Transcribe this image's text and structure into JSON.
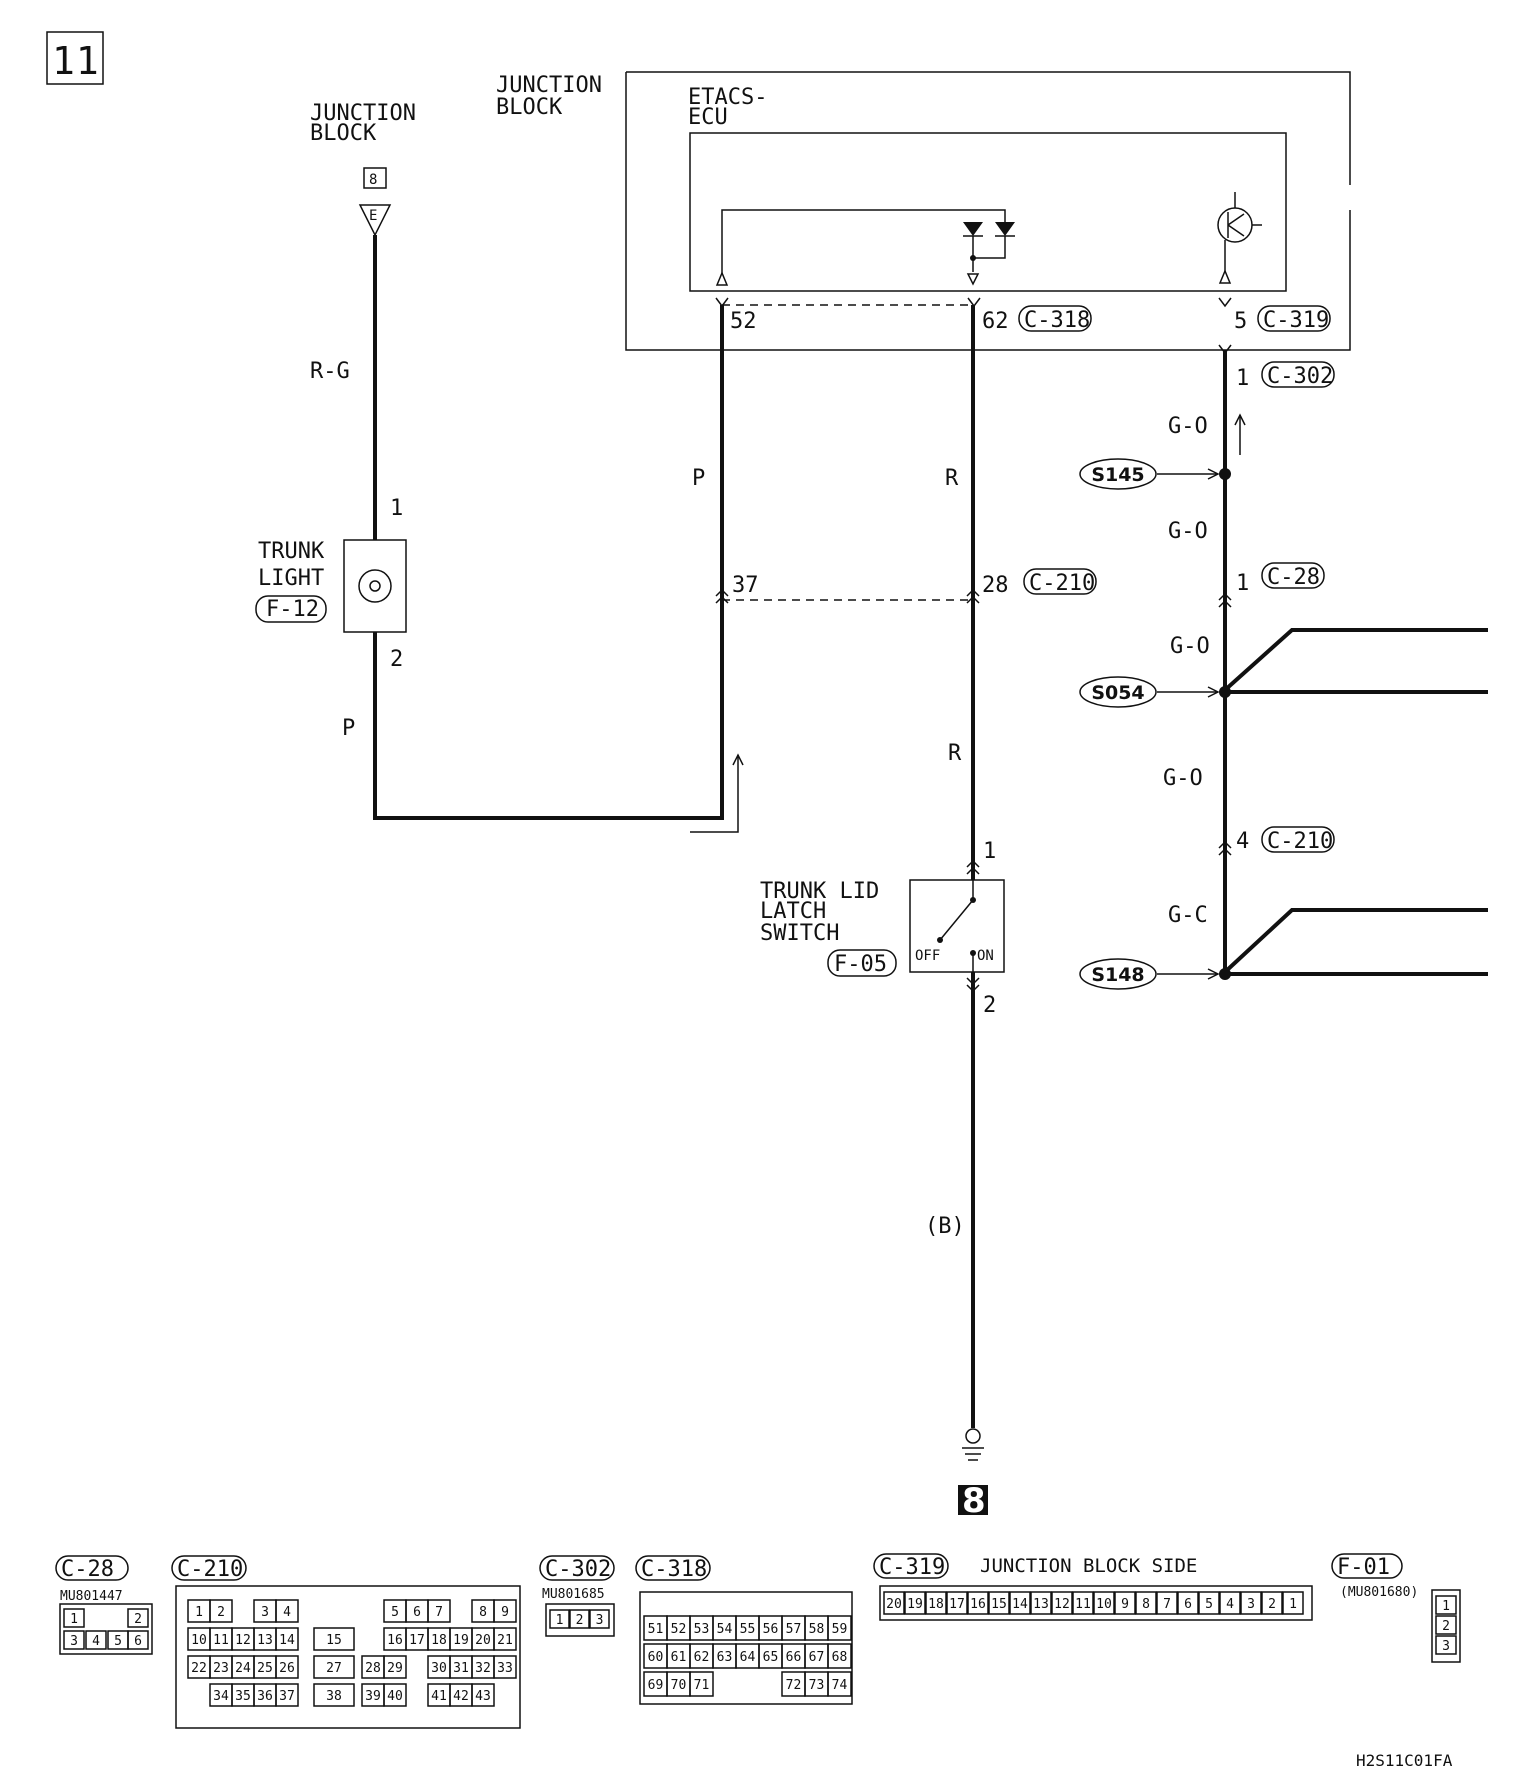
{
  "page_number": "11",
  "diagram_id": "H2S11C01FA",
  "ground_number": "8",
  "junction_block_left": {
    "label": "JUNCTION\nBLOCK",
    "terminal": "8",
    "pin": "E"
  },
  "junction_block_right": {
    "label": "JUNCTION\nBLOCK"
  },
  "etacs_ecu": {
    "label": "ETACS-\nECU"
  },
  "pins": {
    "p52": "52",
    "p62": "62",
    "p5": "5",
    "p1a": "1",
    "p37": "37",
    "p28": "28",
    "p1b": "1",
    "p4": "4",
    "trunk_light_1": "1",
    "trunk_light_2": "2",
    "latch_1": "1",
    "latch_2": "2"
  },
  "connectors_inline": {
    "c318": "C-318",
    "c319": "C-319",
    "c302": "C-302",
    "c210a": "C-210",
    "c28": "C-28",
    "c210b": "C-210"
  },
  "wire_colors": {
    "rg": "R-G",
    "p_left": "P",
    "p_mid": "P",
    "r1": "R",
    "r2": "R",
    "go1": "G-O",
    "go2": "G-O",
    "go3": "G-O",
    "go4": "G-O",
    "gc": "G-C",
    "b": "(B)"
  },
  "components": {
    "trunk_light": {
      "label": "TRUNK\nLIGHT",
      "connector": "F-12"
    },
    "latch_switch": {
      "label": "TRUNK LID\nLATCH\nSWITCH",
      "connector": "F-05",
      "off": "OFF",
      "on": "ON"
    }
  },
  "splices": {
    "s145": "S145",
    "s054": "S054",
    "s148": "S148"
  },
  "connector_views": {
    "c28": {
      "name": "C-28",
      "part": "MU801447",
      "pins": [
        "1",
        "2",
        "3",
        "4",
        "5",
        "6"
      ]
    },
    "c210": {
      "name": "C-210",
      "pins": [
        "1",
        "2",
        "3",
        "4",
        "5",
        "6",
        "7",
        "8",
        "9",
        "10",
        "11",
        "12",
        "13",
        "14",
        "15",
        "16",
        "17",
        "18",
        "19",
        "20",
        "21",
        "22",
        "23",
        "24",
        "25",
        "26",
        "27",
        "28",
        "29",
        "30",
        "31",
        "32",
        "33",
        "34",
        "35",
        "36",
        "37",
        "38",
        "39",
        "40",
        "41",
        "42",
        "43"
      ]
    },
    "c302": {
      "name": "C-302",
      "part": "MU801685",
      "pins": [
        "1",
        "2",
        "3"
      ]
    },
    "c318": {
      "name": "C-318",
      "pins": [
        "51",
        "52",
        "53",
        "54",
        "55",
        "56",
        "57",
        "58",
        "59",
        "60",
        "61",
        "62",
        "63",
        "64",
        "65",
        "66",
        "67",
        "68",
        "69",
        "70",
        "71",
        "72",
        "73",
        "74"
      ]
    },
    "c319": {
      "name": "C-319",
      "caption": "JUNCTION BLOCK SIDE",
      "pins": [
        "20",
        "19",
        "18",
        "17",
        "16",
        "15",
        "14",
        "13",
        "12",
        "11",
        "10",
        "9",
        "8",
        "7",
        "6",
        "5",
        "4",
        "3",
        "2",
        "1"
      ]
    },
    "f01": {
      "name": "F-01",
      "part": "(MU801680)",
      "pins": [
        "1",
        "2",
        "3"
      ]
    }
  }
}
